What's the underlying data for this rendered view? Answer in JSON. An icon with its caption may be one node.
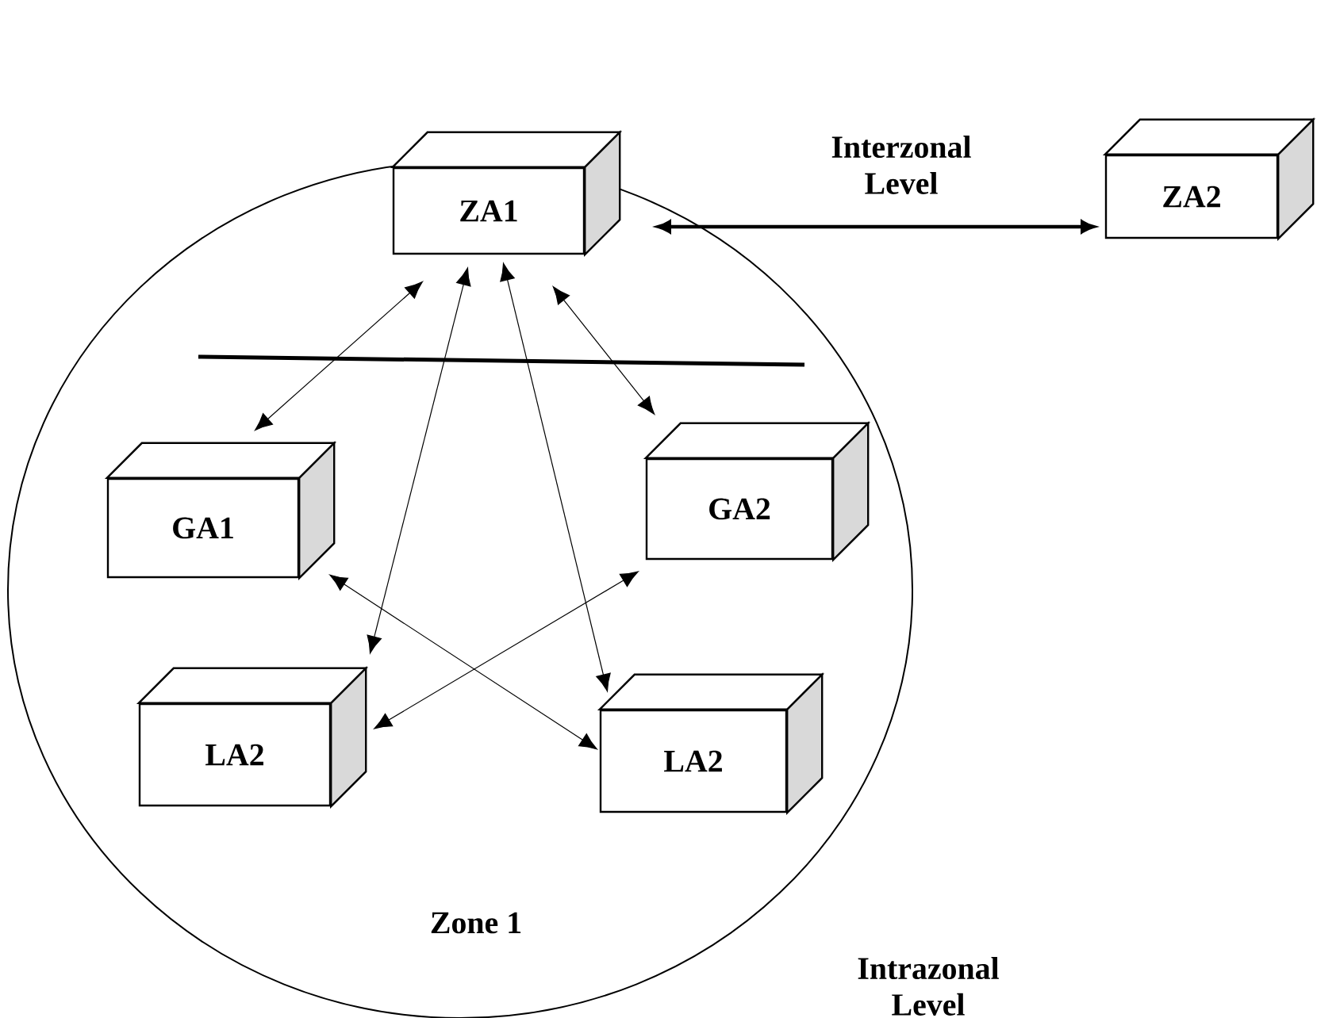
{
  "diagram": {
    "nodes": [
      {
        "text": [
          "Zone 1"
        ]
      },
      {
        "text": [
          "ZA1"
        ],
        "in": 0
      },
      {
        "text": [
          "ZA2"
        ]
      },
      {
        "text": [
          "GA1"
        ],
        "in": 0
      },
      {
        "text": [
          "GA2"
        ],
        "in": 0
      },
      {
        "text": [
          "LA2"
        ],
        "in": 0
      },
      {
        "text": [
          "LA2"
        ],
        "in": 0
      }
    ],
    "edges": [
      {
        "from": 1,
        "to": 2,
        "arrow": "both",
        "style": "thick"
      },
      {
        "from": 1,
        "to": 3,
        "arrow": "both"
      },
      {
        "from": 1,
        "to": 4,
        "arrow": "both"
      },
      {
        "from": 1,
        "to": 5,
        "arrow": "both"
      },
      {
        "from": 1,
        "to": 6,
        "arrow": "both"
      },
      {
        "from": 3,
        "to": 6,
        "arrow": "both"
      },
      {
        "from": 4,
        "to": 5,
        "arrow": "both"
      }
    ],
    "labels": [
      "Interzonal Level",
      "Intrazonal Level"
    ]
  }
}
